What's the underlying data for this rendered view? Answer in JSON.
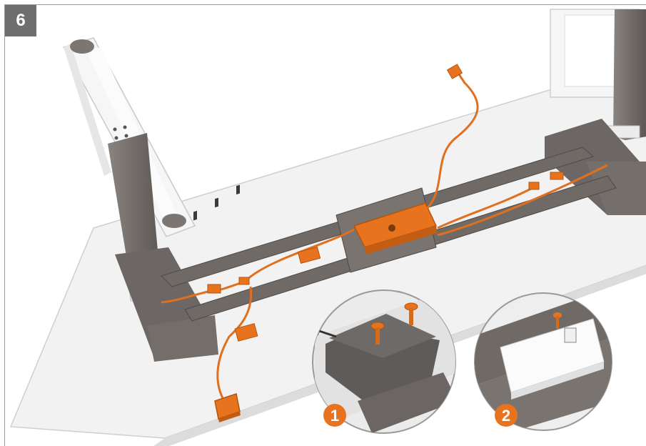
{
  "step": {
    "number": "6"
  },
  "details": [
    {
      "number": "1"
    },
    {
      "number": "2"
    }
  ],
  "colors": {
    "frame_gray": "#6f6a66",
    "frame_dark": "#4e4a47",
    "accent_orange": "#e8731e",
    "tabletop_white": "#f4f4f4",
    "badge_gray": "#6e6e6e"
  },
  "icons": [
    "screw-icon",
    "control-box-icon",
    "cable-clip-icon",
    "hand-switch-icon"
  ]
}
